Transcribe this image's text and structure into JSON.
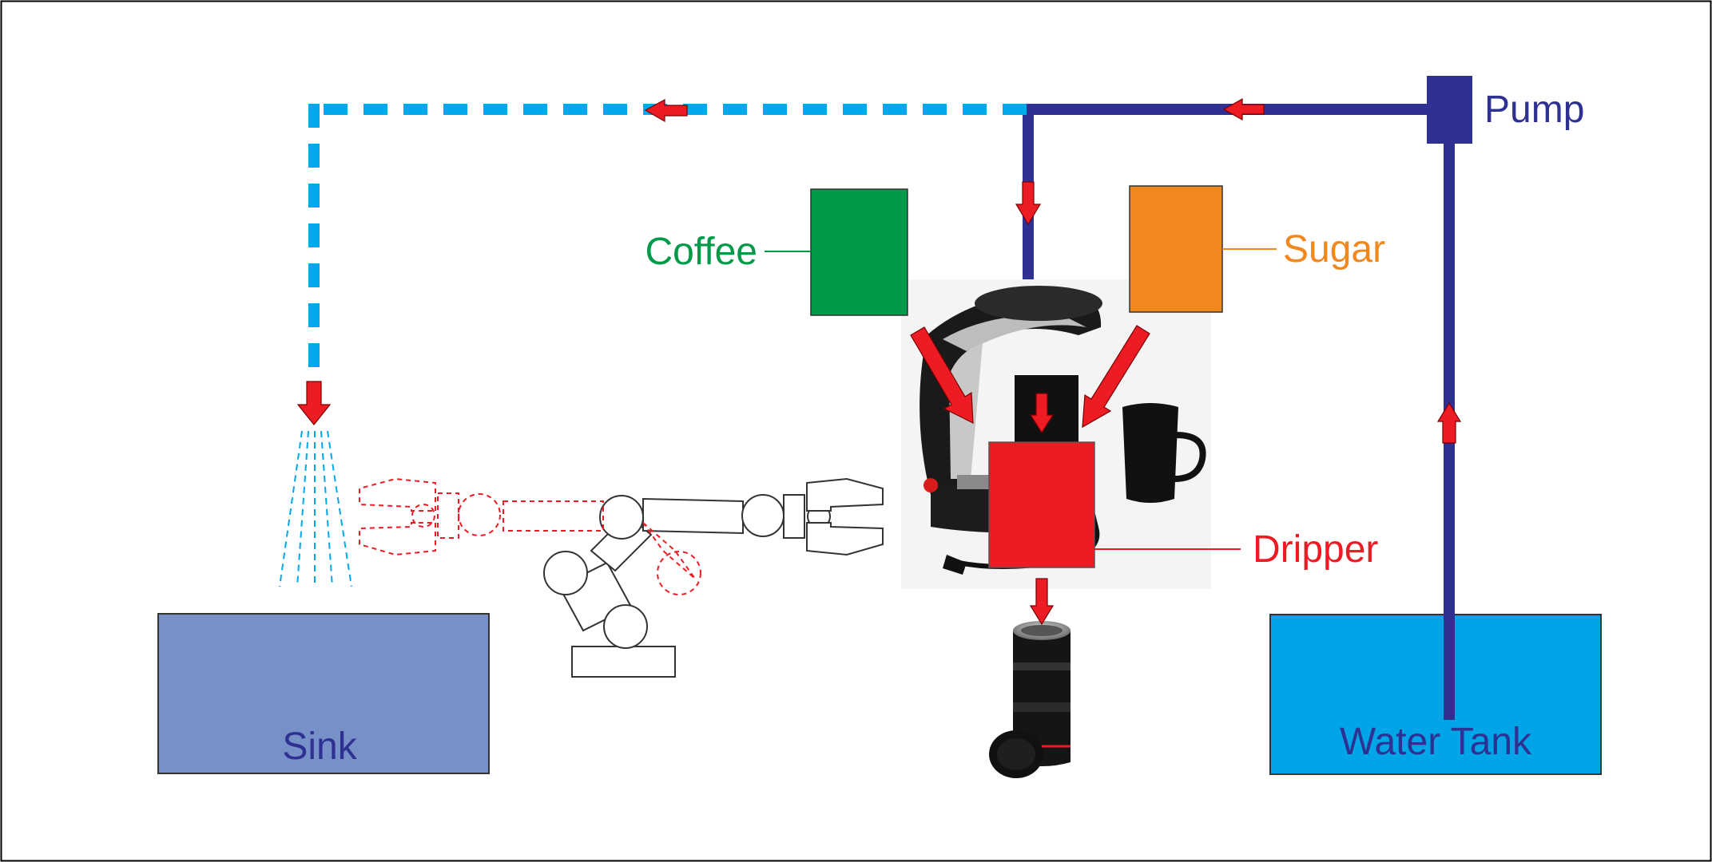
{
  "labels": {
    "pump": "Pump",
    "coffee": "Coffee",
    "sugar": "Sugar",
    "dripper": "Dripper",
    "sink": "Sink",
    "water_tank": "Water Tank"
  },
  "colors": {
    "pipe": "#2e3192",
    "drain_pipe": "#00a8ec",
    "arrow": "#ed1c24",
    "coffee": "#009a49",
    "sugar": "#f0881e",
    "dripper": "#ed1c24",
    "sink": "#7890c8",
    "water_tank": "#00a5e8",
    "text_dark": "#2e3192"
  },
  "icons": [
    "coffee-machine-image",
    "travel-mug-image",
    "robot-arm-icon",
    "water-spray-icon"
  ]
}
